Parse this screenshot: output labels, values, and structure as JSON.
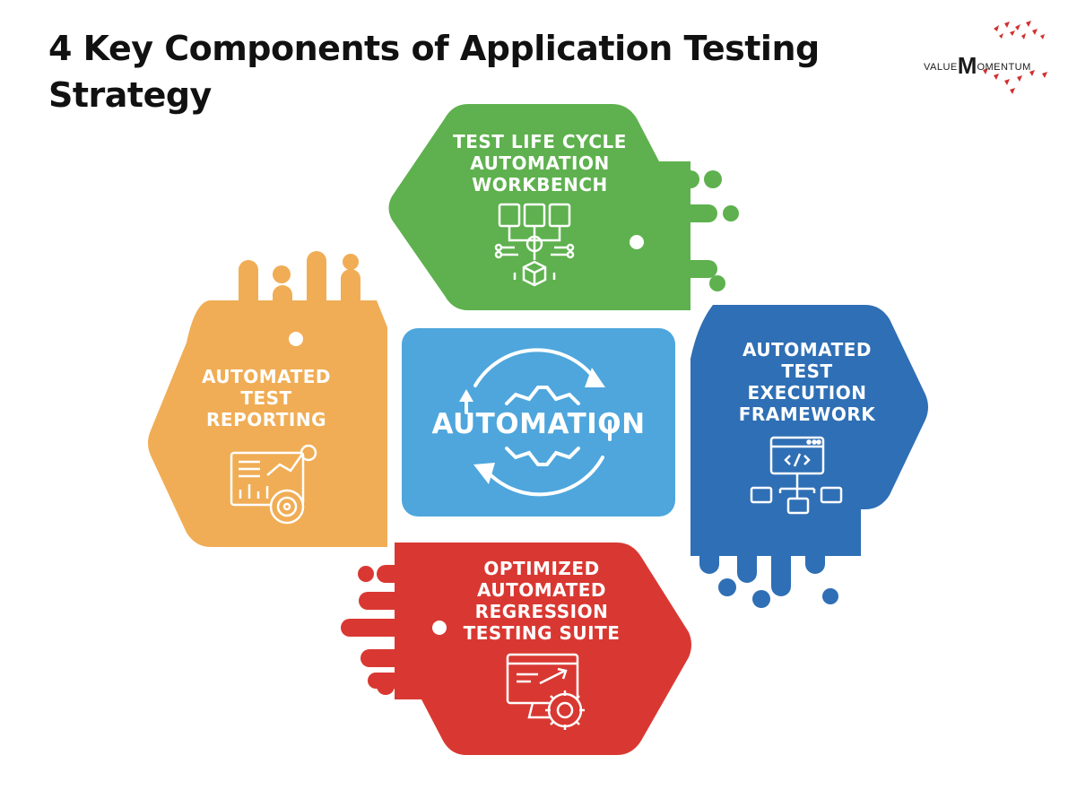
{
  "title": "4 Key Components of Application Testing Strategy",
  "logo": {
    "text_small_1": "VALUE",
    "text_big": "M",
    "text_small_2": "OMENTUM",
    "accent": "#d32f2f"
  },
  "center": {
    "label": "AUTOMATION",
    "color": "#4ea6dc",
    "icon": "gear-cycle-icon"
  },
  "components": {
    "top": {
      "label": "TEST LIFE CYCLE\nAUTOMATION\nWORKBENCH",
      "color": "#5eb14e",
      "icon": "workflow-network-icon"
    },
    "right": {
      "label": "AUTOMATED\nTEST\nEXECUTION\nFRAMEWORK",
      "color": "#2f6fb5",
      "icon": "code-window-icon"
    },
    "bottom": {
      "label": "OPTIMIZED\nAUTOMATED\nREGRESSION\nTESTING SUITE",
      "color": "#d93832",
      "icon": "monitor-gear-icon"
    },
    "left": {
      "label": "AUTOMATED\nTEST\nREPORTING",
      "color": "#f0ad55",
      "icon": "report-chart-icon"
    }
  }
}
